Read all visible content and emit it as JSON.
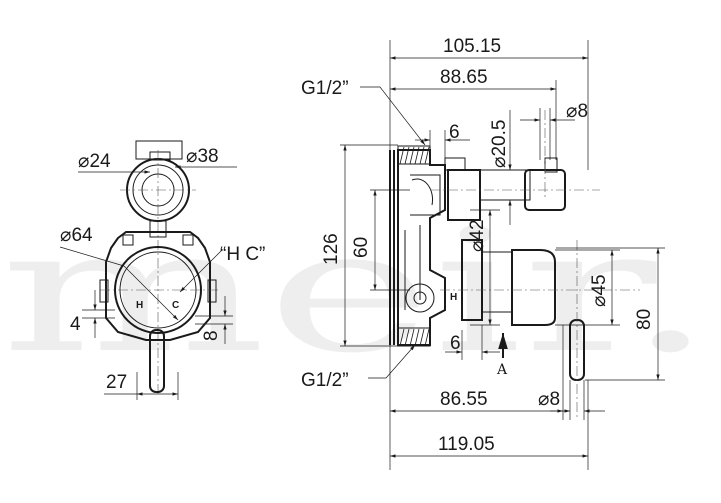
{
  "watermark": "meir.",
  "front_view": {
    "dia_24": "⌀24",
    "dia_38": "⌀38",
    "dia_64": "⌀64",
    "hc_note": "“H C”",
    "dim_4": "4",
    "dim_8": "8",
    "dim_27": "27",
    "mark_h": "H",
    "mark_c": "C"
  },
  "side_view": {
    "dim_105_15": "105.15",
    "dim_88_65": "88.65",
    "thread_top": "G1/2”",
    "dim_6_top": "6",
    "dia_20_5": "⌀20.5",
    "dia_8_top": "⌀8",
    "dim_126": "126",
    "dim_60": "60",
    "dia_42": "⌀42",
    "dia_45": "⌀45",
    "dim_80": "80",
    "dim_6_bottom": "6",
    "view_a": "A",
    "thread_bottom": "G1/2”",
    "dim_86_55": "86.55",
    "dia_8_bottom": "⌀8",
    "dim_119_05": "119.05",
    "mark_h": "H"
  }
}
